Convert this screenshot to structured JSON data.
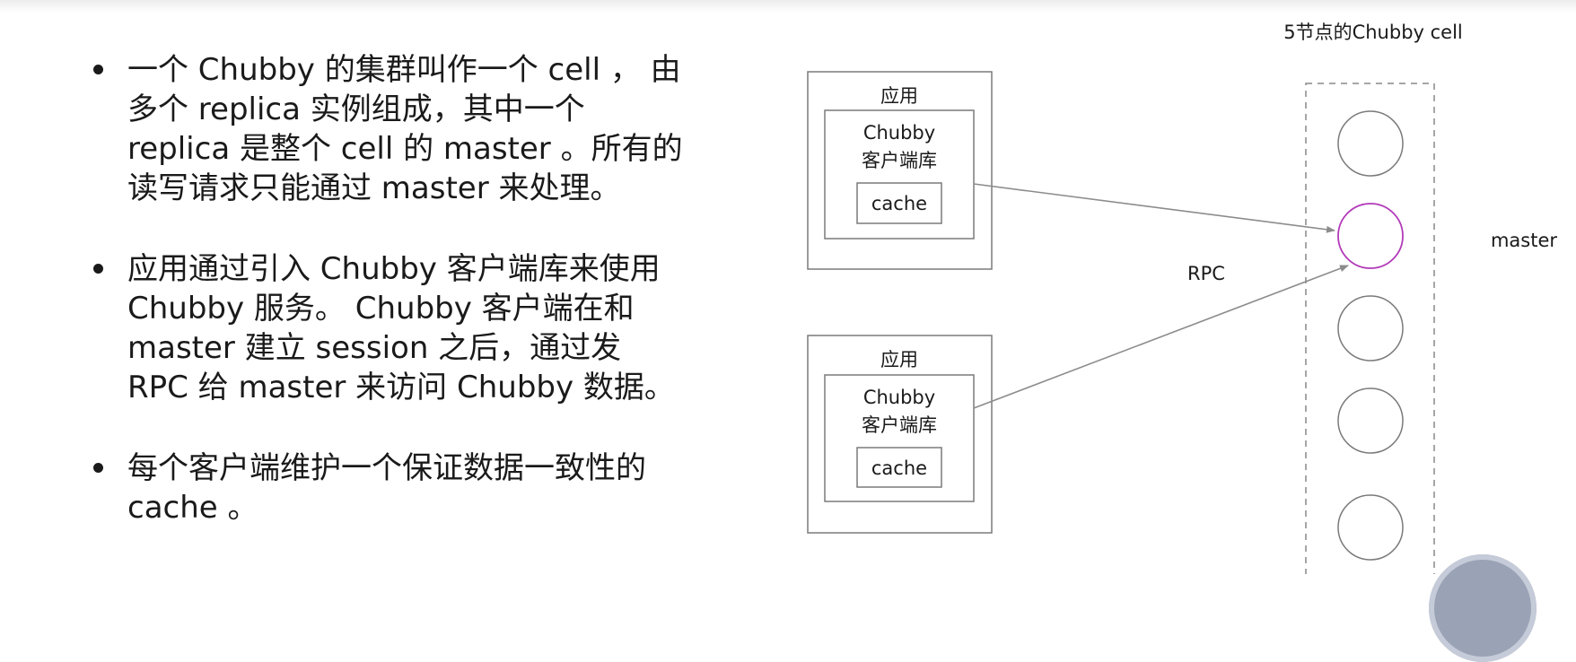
{
  "bullets": [
    {
      "lines": [
        "一个 Chubby 的集群叫作一个 cell ， 由",
        "多个 replica 实例组成，其中一个",
        "replica 是整个 cell 的 master 。所有的",
        "读写请求只能通过 master 来处理。"
      ]
    },
    {
      "lines": [
        "应用通过引入 Chubby 客户端库来使用",
        "Chubby 服务。 Chubby 客户端在和",
        "master 建立 session 之后，通过发",
        "RPC 给 master 来访问 Chubby 数据。"
      ]
    },
    {
      "lines": [
        "每个客户端维护一个保证数据一致性的",
        "cache 。"
      ]
    }
  ],
  "diagram": {
    "cell_label": "5节点的Chubby cell",
    "master_label": "master",
    "rpc_label": "RPC",
    "apps": [
      {
        "app_label": "应用",
        "lib_line1": "Chubby",
        "lib_line2": "客户端库",
        "cache_label": "cache"
      },
      {
        "app_label": "应用",
        "lib_line1": "Chubby",
        "lib_line2": "客户端库",
        "cache_label": "cache"
      }
    ],
    "node_count": 5,
    "master_node_index": 1,
    "colors": {
      "master_node": "#b23bb8",
      "node": "#7a7a7a",
      "arrow": "#8c8c8c",
      "box": "#7a7a7a"
    }
  }
}
